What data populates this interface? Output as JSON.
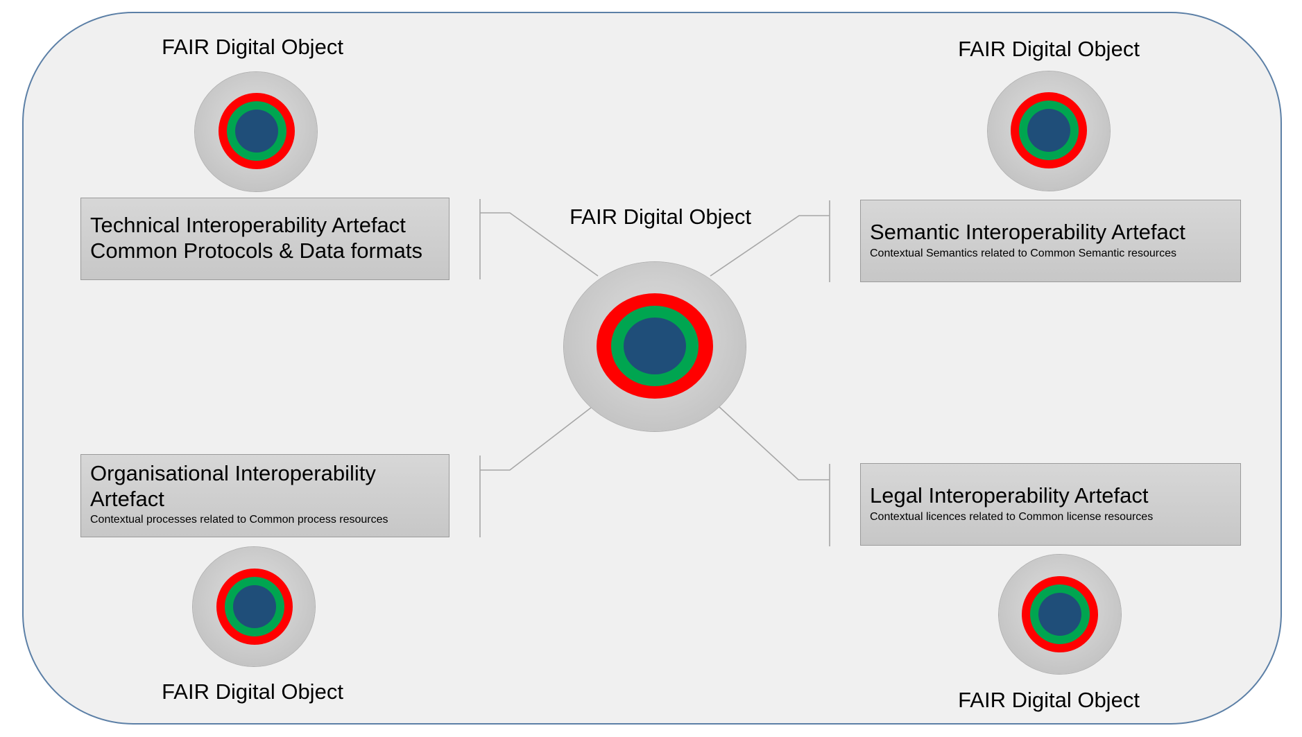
{
  "fdo_label": "FAIR Digital Object",
  "artefacts": {
    "technical": {
      "title_line1": "Technical Interoperability Artefact",
      "title_line2": "Common Protocols & Data formats"
    },
    "semantic": {
      "title": "Semantic Interoperability Artefact",
      "subtitle": "Contextual Semantics related to Common  Semantic resources"
    },
    "organisational": {
      "title": "Organisational Interoperability Artefact",
      "subtitle": "Contextual processes related to Common  process resources"
    },
    "legal": {
      "title": "Legal Interoperability Artefact",
      "subtitle": "Contextual licences related to Common  license resources"
    }
  },
  "colors": {
    "panel_background": "#f0f0f0",
    "panel_border": "#5b7fa6",
    "outer_ring": "#ff0000",
    "middle_ring": "#00a550",
    "core": "#1f4e79",
    "artefact_box": "#d0d0d0",
    "connector": "#a6a6a6"
  }
}
